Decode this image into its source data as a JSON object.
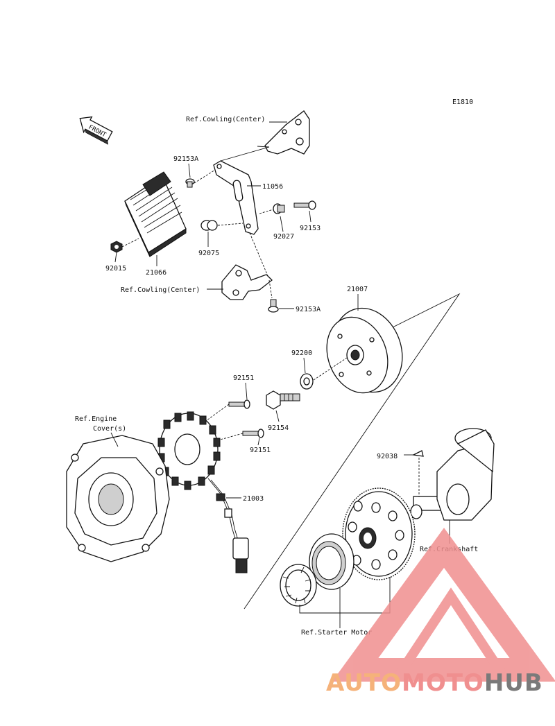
{
  "diagram_code": "E1810",
  "front_arrow": "FRONT",
  "labels": {
    "ref_cowling_top": "Ref.Cowling(Center)",
    "ref_cowling_mid": "Ref.Cowling(Center)",
    "p92153A_top": "92153A",
    "p11056": "11056",
    "p92153": "92153",
    "p92027": "92027",
    "p92075": "92075",
    "p92015": "92015",
    "p21066": "21066",
    "p92153A_mid": "92153A",
    "p21007": "21007",
    "p92200": "92200",
    "p92151_a": "92151",
    "p92154": "92154",
    "p92151_b": "92151",
    "ref_engine_1": "Ref.Engine",
    "ref_engine_2": "Cover(s)",
    "p21003": "21003",
    "p92038": "92038",
    "ref_crankshaft": "Ref.Crankshaft",
    "ref_starter": "Ref.Starter Motor"
  },
  "watermark": {
    "part1": "AUTO",
    "part2": "MOTO",
    "part3": "HUB",
    "color1": "#f5b27a",
    "color2": "#f08f8f",
    "color3": "#7a7a7a",
    "logo_color": "#f08f8f"
  }
}
